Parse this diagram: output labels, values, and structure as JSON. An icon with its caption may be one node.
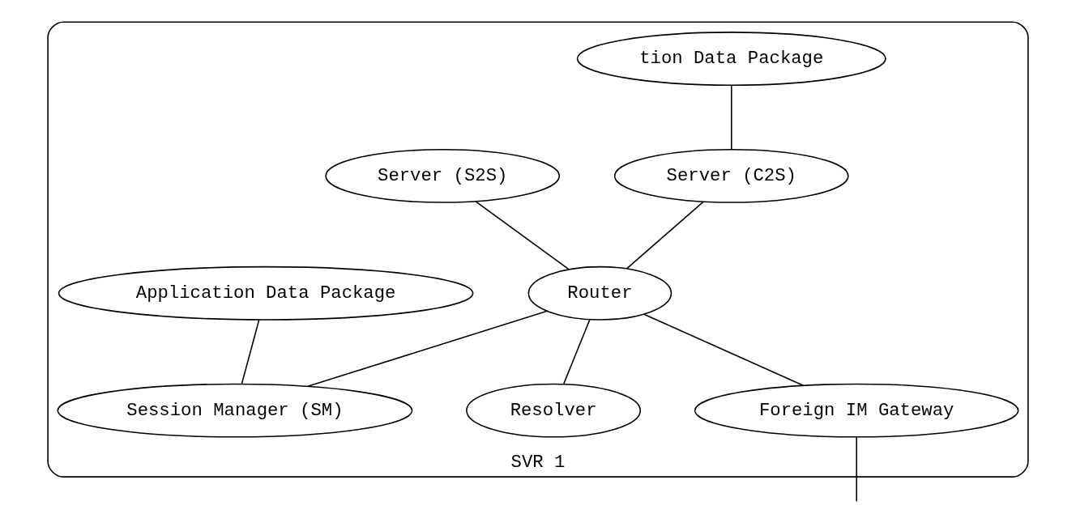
{
  "diagram": {
    "nodes": [
      {
        "text": [
          "SVR 1"
        ]
      },
      {
        "text": [
          "tion Data Package"
        ],
        "in": 0
      },
      {
        "text": [
          "Server (C2S)"
        ],
        "in": 0
      },
      {
        "text": [
          "Server (S2S)"
        ],
        "in": 0
      },
      {
        "text": [
          "Router"
        ],
        "in": 0
      },
      {
        "text": [
          "Resolver"
        ],
        "in": 0
      },
      {
        "text": [
          "Application Data Package"
        ],
        "in": 0
      },
      {
        "text": [
          "Session Manager (SM)"
        ],
        "in": 0
      },
      {
        "text": [
          "Foreign IM Gateway"
        ],
        "in": 0
      }
    ],
    "edges": [
      {
        "from": 1,
        "to": 2,
        "arrow": "none"
      },
      {
        "from": 2,
        "to": 4,
        "arrow": "none"
      },
      {
        "from": 3,
        "to": 4,
        "arrow": "none"
      },
      {
        "from": 4,
        "to": 5,
        "arrow": "none"
      },
      {
        "from": 4,
        "to": 7,
        "arrow": "none"
      },
      {
        "from": 4,
        "to": 8,
        "arrow": "none"
      },
      {
        "from": 6,
        "to": 7,
        "arrow": "none"
      },
      {
        "from": 8,
        "to": null,
        "arrow": "none"
      }
    ]
  }
}
